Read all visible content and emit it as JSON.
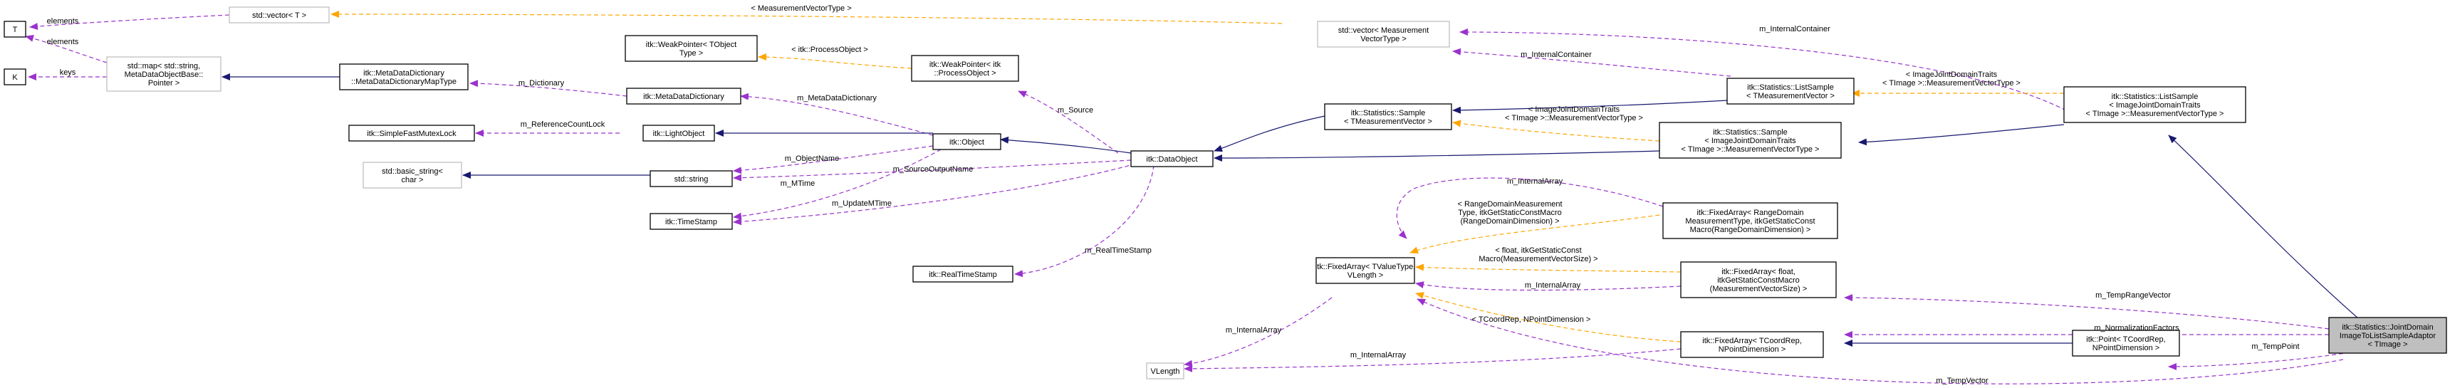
{
  "colors": {
    "inheritance": "#191970",
    "usage": "#9a32cd",
    "template": "#ffa500",
    "ghost_border": "#bfbfbf",
    "focus_fill": "#bfbfbf"
  },
  "nodes": {
    "T": [
      "T"
    ],
    "K": [
      "K"
    ],
    "std_vector_T": [
      "std::vector< T >"
    ],
    "std_map": [
      "std::map< std::string,",
      "MetaDataObjectBase::",
      "Pointer >"
    ],
    "weakpointer_tobject": [
      "itk::WeakPointer< TObject",
      "Type >"
    ],
    "weakpointer_processobject": [
      "itk::WeakPointer< itk",
      "::ProcessObject >"
    ],
    "metadatadictionary_maptype": [
      "itk::MetaDataDictionary",
      "::MetaDataDictionaryMapType"
    ],
    "metadatadictionary": [
      "itk::MetaDataDictionary"
    ],
    "simplefastmutexlock": [
      "itk::SimpleFastMutexLock"
    ],
    "lightobject": [
      "itk::LightObject"
    ],
    "object": [
      "itk::Object"
    ],
    "std_basic_string": [
      "std::basic_string<",
      "char >"
    ],
    "std_string": [
      "std::string"
    ],
    "timestamp": [
      "itk::TimeStamp"
    ],
    "realtimestamp": [
      "itk::RealTimeStamp"
    ],
    "dataobject": [
      "itk::DataObject"
    ],
    "std_vector_measurement": [
      "std::vector< Measurement",
      "VectorType >"
    ],
    "statistics_sample_t": [
      "itk::Statistics::Sample",
      "< TMeasurementVector >"
    ],
    "statistics_listsample_t": [
      "itk::Statistics::ListSample",
      "< TMeasurementVector >"
    ],
    "statistics_sample_ij": [
      "itk::Statistics::Sample",
      "< ImageJointDomainTraits",
      "< TImage >::MeasurementVectorType >"
    ],
    "statistics_listsample_ij": [
      "itk::Statistics::ListSample",
      "< ImageJointDomainTraits",
      "< TImage >::MeasurementVectorType >"
    ],
    "fixedarray_range": [
      "itk::FixedArray< RangeDomain",
      "MeasurementType, itkGetStaticConst",
      "Macro(RangeDomainDimension) >"
    ],
    "fixedarray_tvalue": [
      "itk::FixedArray< TValueType,",
      "VLength >"
    ],
    "fixedarray_float": [
      "itk::FixedArray< float,",
      "itkGetStaticConstMacro",
      "(MeasurementVectorSize) >"
    ],
    "fixedarray_tcoord": [
      "itk::FixedArray< TCoordRep,",
      "NPointDimension >"
    ],
    "point": [
      "itk::Point< TCoordRep,",
      "NPointDimension >"
    ],
    "vlength": [
      "VLength"
    ],
    "adaptor": [
      "itk::Statistics::JointDomain",
      "ImageToListSampleAdaptor",
      "< TImage >"
    ]
  },
  "edge_labels": {
    "measurement_vector_type": [
      "< MeasurementVectorType >"
    ],
    "elements_1": [
      "elements"
    ],
    "elements_2": [
      "elements"
    ],
    "keys": [
      "keys"
    ],
    "process_object": [
      "< itk::ProcessObject >"
    ],
    "m_dictionary": [
      "m_Dictionary"
    ],
    "m_metadatadictionary": [
      "m_MetaDataDictionary"
    ],
    "m_source": [
      "m_Source"
    ],
    "m_referencecountlock": [
      "m_ReferenceCountLock"
    ],
    "m_objectname": [
      "m_ObjectName"
    ],
    "m_sourceoutputname": [
      "m_SourceOutputName"
    ],
    "m_mtime": [
      "m_MTime"
    ],
    "m_updatemtime": [
      "m_UpdateMTime"
    ],
    "m_realtimestamp": [
      "m_RealTimeStamp"
    ],
    "m_internalcontainer_1": [
      "m_InternalContainer"
    ],
    "m_internalcontainer_2": [
      "m_InternalContainer"
    ],
    "ij_traits_1": [
      "< ImageJointDomainTraits",
      "< TImage >::MeasurementVectorType >"
    ],
    "ij_traits_2": [
      "< ImageJointDomainTraits",
      "< TImage >::MeasurementVectorType >"
    ],
    "m_internalarray_1": [
      "m_InternalArray"
    ],
    "range_domain": [
      "< RangeDomainMeasurement",
      "Type, itkGetStaticConstMacro",
      "(RangeDomainDimension) >"
    ],
    "float_static": [
      "< float, itkGetStaticConst",
      "Macro(MeasurementVectorSize) >"
    ],
    "m_internalarray_2": [
      "m_InternalArray"
    ],
    "m_internalarray_3": [
      "m_InternalArray"
    ],
    "m_internalarray_4": [
      "m_InternalArray"
    ],
    "tcoord_ndim": [
      "< TCoordRep, NPointDimension >"
    ],
    "m_temprangevector": [
      "m_TempRangeVector"
    ],
    "m_normalizationfactors": [
      "m_NormalizationFactors"
    ],
    "m_temppoint": [
      "m_TempPoint"
    ],
    "m_tempvector": [
      "m_TempVector"
    ]
  }
}
